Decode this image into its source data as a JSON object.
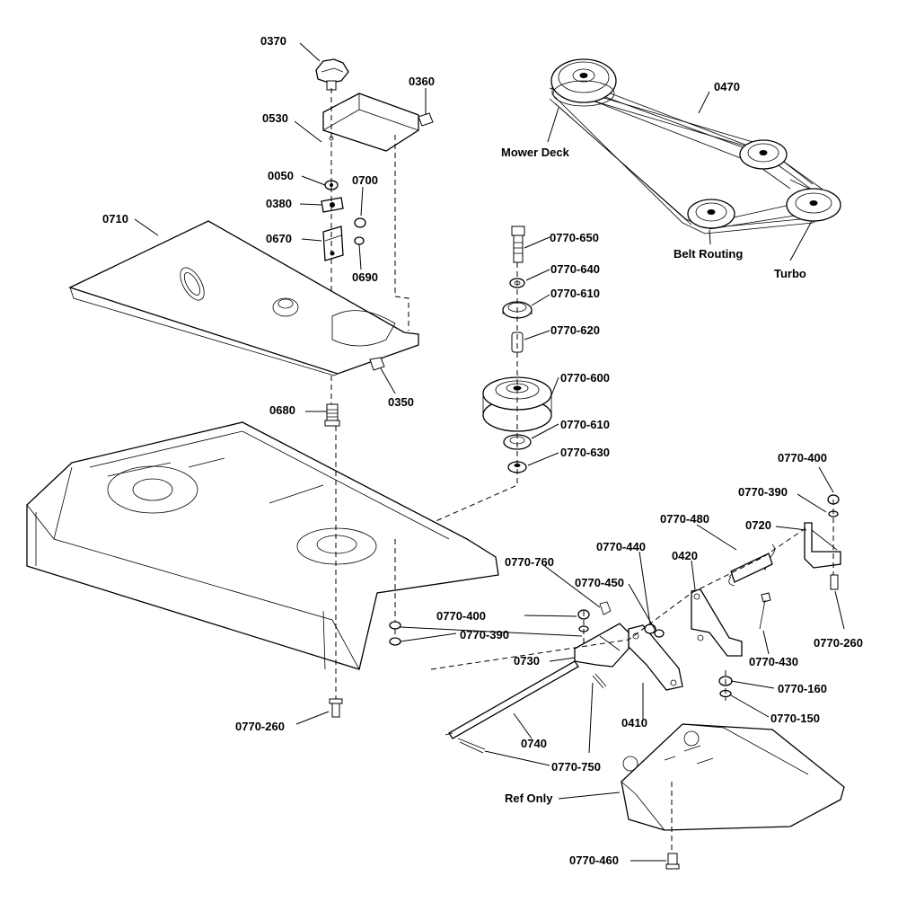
{
  "labels": {
    "p0370": "0370",
    "p0360": "0360",
    "p0530": "0530",
    "p0050": "0050",
    "p0700": "0700",
    "p0380": "0380",
    "p0670": "0670",
    "p0690": "0690",
    "p0710": "0710",
    "p0350": "0350",
    "p0680": "0680",
    "p0470": "0470",
    "mower_deck": "Mower Deck",
    "belt_routing": "Belt Routing",
    "turbo": "Turbo",
    "p0770_650": "0770-650",
    "p0770_640": "0770-640",
    "p0770_610a": "0770-610",
    "p0770_620": "0770-620",
    "p0770_600": "0770-600",
    "p0770_610b": "0770-610",
    "p0770_630": "0770-630",
    "p0770_400a": "0770-400",
    "p0770_390a": "0770-390",
    "p0770_480": "0770-480",
    "p0720": "0720",
    "p0770_440": "0770-440",
    "p0420": "0420",
    "p0770_760": "0770-760",
    "p0770_450": "0770-450",
    "p0770_400b": "0770-400",
    "p0770_390b": "0770-390",
    "p0730": "0730",
    "p0770_260a": "0770-260",
    "p0770_430": "0770-430",
    "p0770_160": "0770-160",
    "p0770_150": "0770-150",
    "p0410": "0410",
    "p0740": "0740",
    "p0770_260b": "0770-260",
    "p0770_750": "0770-750",
    "ref_only": "Ref Only",
    "p0770_460": "0770-460"
  }
}
